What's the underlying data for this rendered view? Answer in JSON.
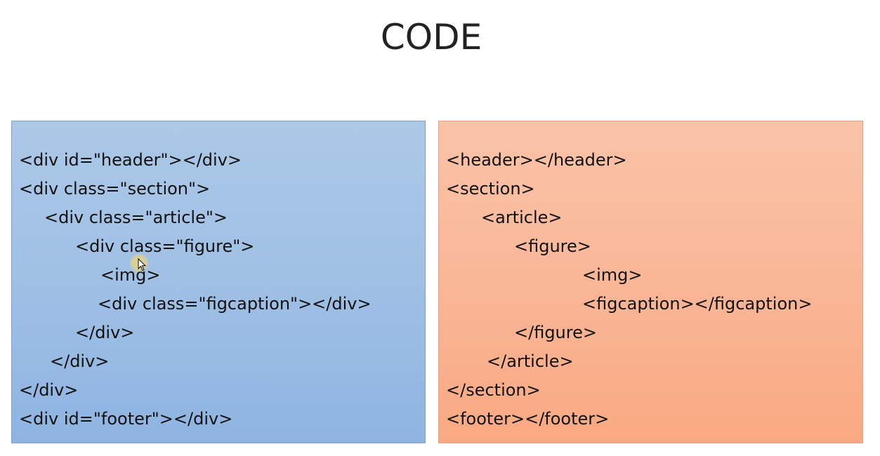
{
  "slide": {
    "title": "CODE"
  },
  "left_panel": {
    "color": "#9ebfe4",
    "lines": [
      "<div id=\"header\"></div>",
      "<div class=\"section\">",
      "<div class=\"article\">",
      "<div class=\"figure\">",
      "<img>",
      "<div class=\"figcaption\"></div>",
      "</div>",
      "</div>",
      "</div>",
      "<div id=\"footer\"></div>"
    ]
  },
  "right_panel": {
    "color": "#f9b595",
    "lines": [
      "<header></header>",
      "<section>",
      "<article>",
      "<figure>",
      "<img>",
      "<figcaption></figcaption>",
      "</figure>",
      "</article>",
      "</section>",
      "<footer></footer>"
    ]
  },
  "cursor": {
    "icon": "mouse-pointer-icon"
  }
}
